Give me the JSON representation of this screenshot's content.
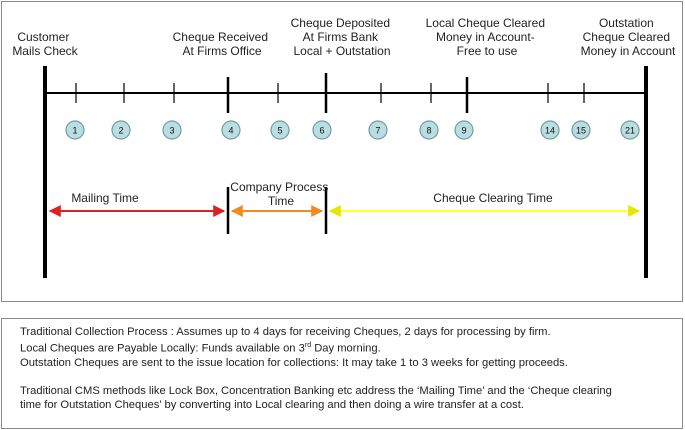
{
  "milestones": {
    "mail": [
      "Customer",
      "Mails Check"
    ],
    "received": [
      "Cheque Received",
      "At Firms Office"
    ],
    "deposited": [
      "Cheque Deposited",
      "At Firms Bank",
      "Local + Outstation"
    ],
    "local_cleared": [
      "Local Cheque Cleared",
      "Money in Account-",
      "Free to use"
    ],
    "outstation_cleared": [
      "Outstation",
      "Cheque Cleared",
      "Money in Account"
    ]
  },
  "days": [
    "1",
    "2",
    "3",
    "4",
    "5",
    "6",
    "7",
    "8",
    "9",
    "14",
    "15",
    "21"
  ],
  "phases": {
    "mailing": "Mailing Time",
    "processing": [
      "Company Process",
      "Time"
    ],
    "clearing": "Cheque Clearing Time"
  },
  "colors": {
    "mailing": "#e02020",
    "processing": "#f28a20",
    "clearing": "#ffff33",
    "day_circle_fill": "#b9dde0",
    "day_circle_stroke": "#6f9ea3"
  },
  "notes": {
    "line1": "Traditional Collection Process : Assumes up to 4 days for receiving Cheques, 2 days for processing by firm.",
    "line2_pre": "Local Cheques are Payable Locally: Funds available on 3",
    "line2_sup": "rd",
    "line2_post": " Day morning.",
    "line3": "Outstation Cheques are sent to the issue location for collections: It may take 1 to 3 weeks for getting proceeds.",
    "line4": "Traditional CMS methods like Lock Box, Concentration Banking etc address the ‘Mailing Time’ and the ‘Cheque clearing",
    "line5": "time for Outstation Cheques’ by converting into Local clearing and then doing a wire transfer at a cost."
  }
}
